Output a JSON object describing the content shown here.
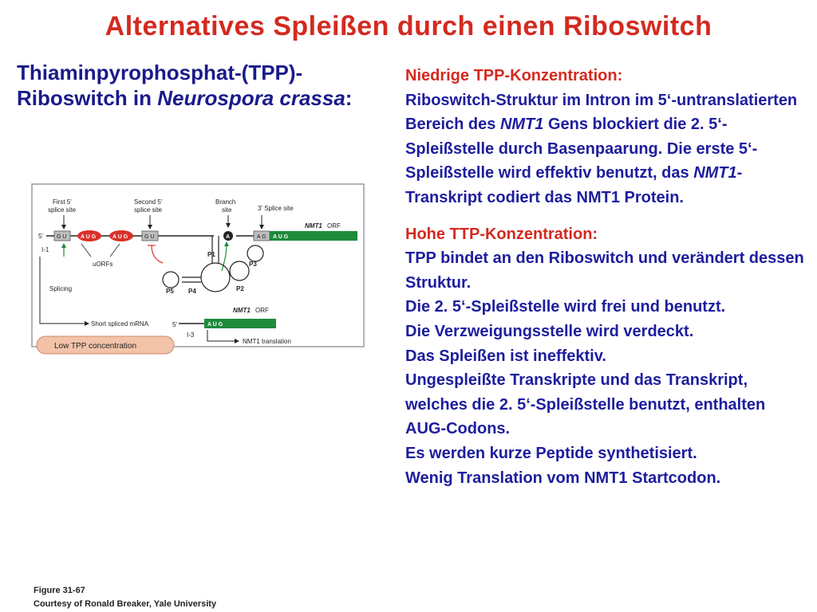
{
  "title": "Alternatives Spleißen durch einen Riboswitch",
  "subtitle": {
    "part1": "Thiaminpyrophosphat-(TPP)-Riboswitch in ",
    "italic1": "Neurospora crassa",
    "part2": ":"
  },
  "low": {
    "heading": "Niedrige TPP-Konzentration:",
    "t1": "Riboswitch-Struktur im Intron im 5‘-untranslatierten Bereich des ",
    "i1": "NMT1",
    "t2": " Gens blockiert die 2. 5‘-Spleißstelle durch Basenpaarung. Die erste 5‘-Spleißstelle wird effektiv benutzt, das ",
    "i2": "NMT1",
    "t3": "-Transkript  codiert das NMT1 Protein."
  },
  "high": {
    "heading": "Hohe TTP-Konzentration:",
    "l1": "TPP bindet an den Riboswitch und verändert dessen Struktur.",
    "l2": "Die 2. 5‘-Spleißstelle wird frei und benutzt.",
    "l3": "Die Verzweigungsstelle wird verdeckt.",
    "l4": "Das Spleißen ist ineffektiv.",
    "l5": "Ungespleißte  Transkripte und das Transkript, welches die 2. 5‘-Spleißstelle benutzt, enthalten AUG-Codons.",
    "l6": "Es werden kurze Peptide synthetisiert.",
    "l7": "Wenig Translation vom NMT1 Startcodon."
  },
  "figure": {
    "first_site": "First 5'",
    "first_site2": "splice site",
    "second_site": "Second 5'",
    "second_site2": "splice site",
    "branch": "Branch",
    "branch2": "site",
    "three_site": "3' Splice site",
    "five_prime": "5'",
    "gu": "G U",
    "aug": "A U G",
    "ag": "A G",
    "nmt1_orf": "NMT1",
    "orf": "ORF",
    "i1": "I-1",
    "uorfs": "uORFs",
    "p1": "P1",
    "p2": "P2",
    "p3": "P3",
    "p4": "P4",
    "p5": "P5",
    "a": "A",
    "splicing": "Splicing",
    "short_mrna": "Short spliced mRNA",
    "i3": "I-3",
    "translation": "NMT1 translation",
    "low_tpp": "Low TPP concentration",
    "colors": {
      "red": "#d9302a",
      "green": "#1e8b3a",
      "grey": "#9a9a9a",
      "pill": "#f2c3a8"
    }
  },
  "credit": {
    "line1": "Figure 31-67",
    "line2": "Courtesy of Ronald Breaker, Yale University"
  }
}
